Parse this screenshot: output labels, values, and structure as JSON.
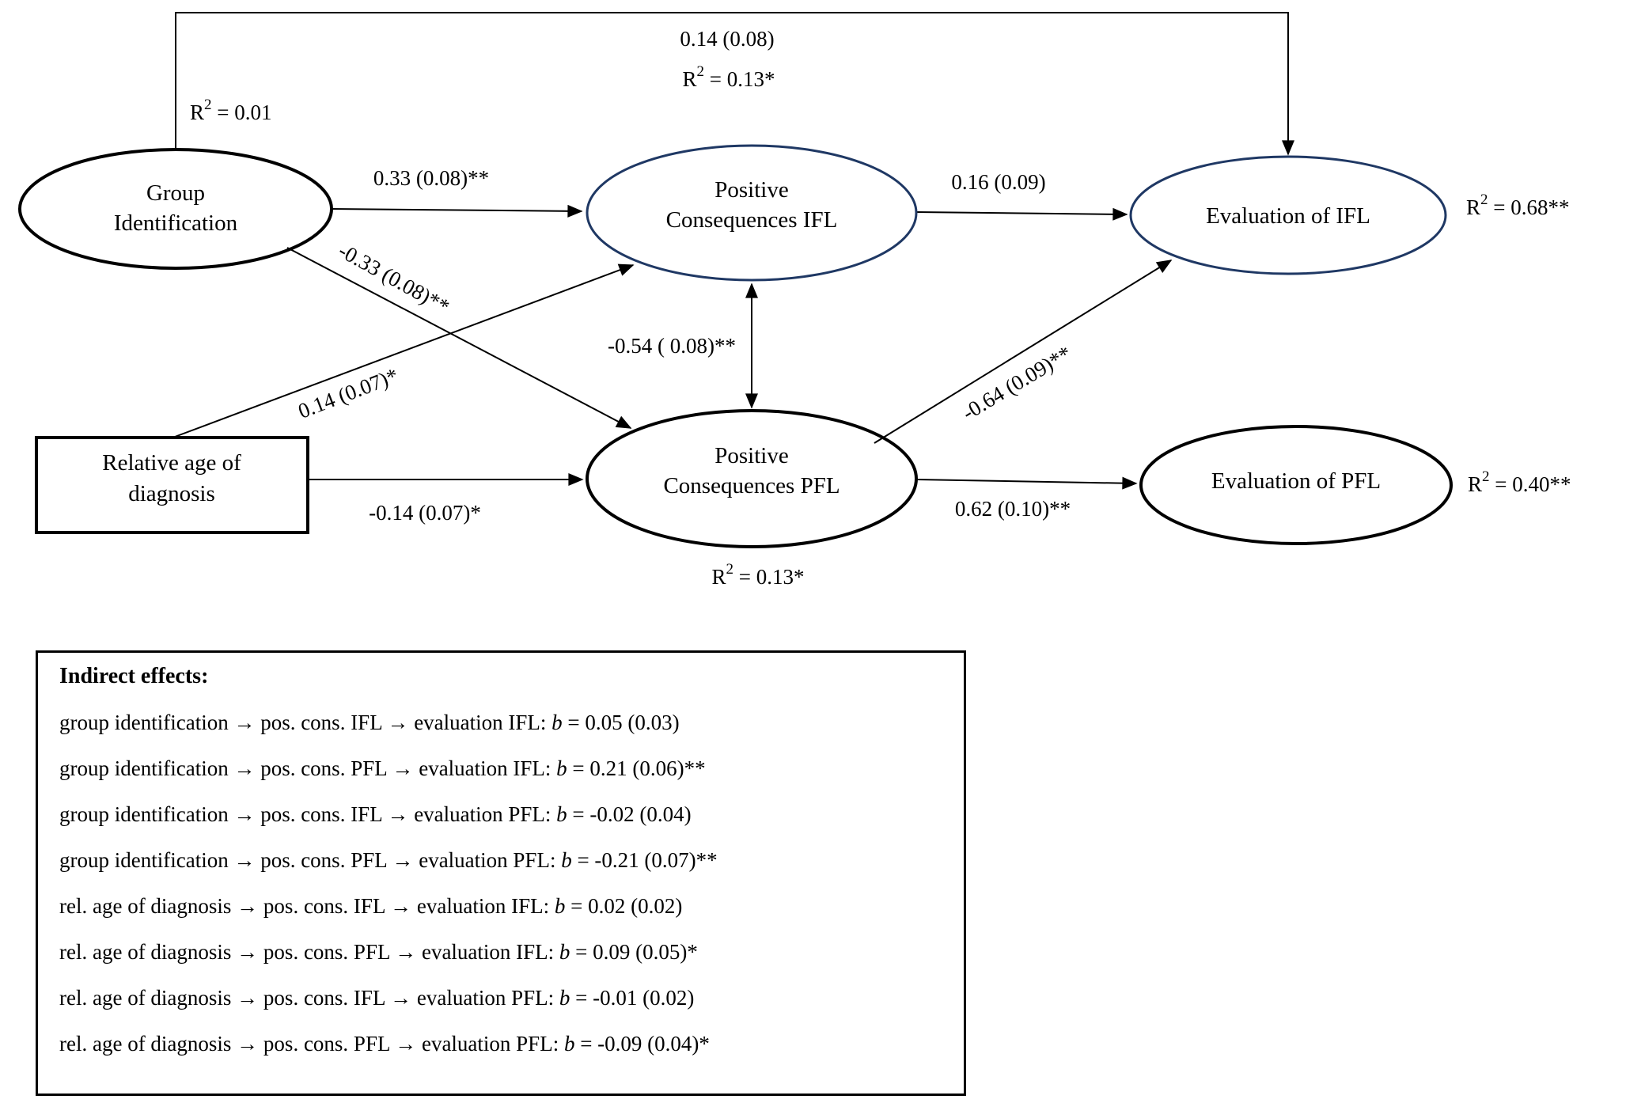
{
  "diagram": {
    "colors": {
      "navy": "#1f3864",
      "black": "#000000"
    },
    "nodes": {
      "group_identification": {
        "line1": "Group",
        "line2": "Identification"
      },
      "relative_age": {
        "line1": "Relative age of",
        "line2": "diagnosis"
      },
      "pos_cons_ifl": {
        "line1": "Positive",
        "line2": "Consequences IFL"
      },
      "pos_cons_pfl": {
        "line1": "Positive",
        "line2": "Consequences PFL"
      },
      "eval_ifl": {
        "label": "Evaluation of IFL"
      },
      "eval_pfl": {
        "label": "Evaluation of PFL"
      }
    },
    "paths": {
      "gi_to_eval_ifl": "0.14 (0.08)",
      "gi_to_pci": "0.33 (0.08)**",
      "gi_to_pcp": "-0.33 (0.08)**",
      "ra_to_pci": "0.14 (0.07)*",
      "ra_to_pcp": "-0.14 (0.07)*",
      "pci_pcp_cov": "-0.54 ( 0.08)**",
      "pci_to_eval_ifl": "0.16 (0.09)",
      "pcp_to_eval_ifl": "-0.64 (0.09)**",
      "pcp_to_eval_pfl": "0.62 (0.10)**"
    },
    "r_squared": {
      "sym": "R",
      "sup": "2",
      "gi": " = 0.01",
      "top": " = 0.13*",
      "eval_ifl": " = 0.68**",
      "eval_pfl": " = 0.40**",
      "pcp": " = 0.13*"
    }
  },
  "indirect_effects": {
    "title": "Indirect effects:",
    "b_symbol": "b",
    "items": [
      {
        "path": "group identification → pos. cons. IFL → evaluation IFL: ",
        "stat": " = 0.05 (0.03)"
      },
      {
        "path": "group identification → pos. cons. PFL → evaluation IFL: ",
        "stat": " = 0.21 (0.06)**"
      },
      {
        "path": "group identification → pos. cons. IFL → evaluation PFL: ",
        "stat": " = -0.02 (0.04)"
      },
      {
        "path": "group identification → pos. cons. PFL → evaluation PFL: ",
        "stat": " = -0.21 (0.07)**"
      },
      {
        "path": "rel. age of diagnosis → pos. cons. IFL → evaluation IFL: ",
        "stat": " = 0.02 (0.02)"
      },
      {
        "path": "rel. age of diagnosis → pos. cons. PFL → evaluation IFL: ",
        "stat": " = 0.09 (0.05)*"
      },
      {
        "path": "rel. age of diagnosis → pos. cons. IFL → evaluation PFL: ",
        "stat": " = -0.01 (0.02)"
      },
      {
        "path": "rel. age of diagnosis → pos. cons. PFL → evaluation PFL: ",
        "stat": " = -0.09 (0.04)*"
      }
    ]
  }
}
